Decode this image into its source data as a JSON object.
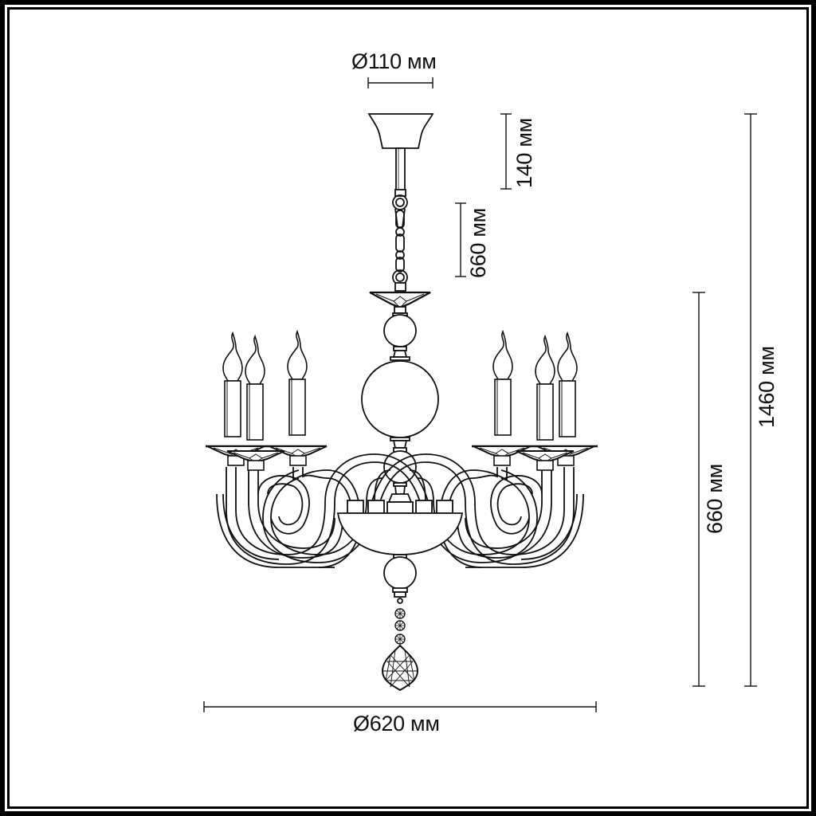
{
  "figure": {
    "type": "technical-dimension-drawing",
    "subject": "chandelier, 6 candle lights",
    "light_count": 6
  },
  "dimensions": {
    "canopy_diameter": {
      "label": "Ø110 мм",
      "value": 110,
      "unit": "мм"
    },
    "canopy_height": {
      "label": "140 мм",
      "value": 140,
      "unit": "мм"
    },
    "chain_length": {
      "label": "660 мм",
      "value": 660,
      "unit": "мм"
    },
    "body_height": {
      "label": "660 мм",
      "value": 660,
      "unit": "мм"
    },
    "total_height": {
      "label": "1460 мм",
      "value": 1460,
      "unit": "мм"
    },
    "diameter": {
      "label": "Ø620 мм",
      "value": 620,
      "unit": "мм"
    }
  },
  "colors": {
    "line": "#111111",
    "background": "#ffffff",
    "frame": "#000000"
  }
}
